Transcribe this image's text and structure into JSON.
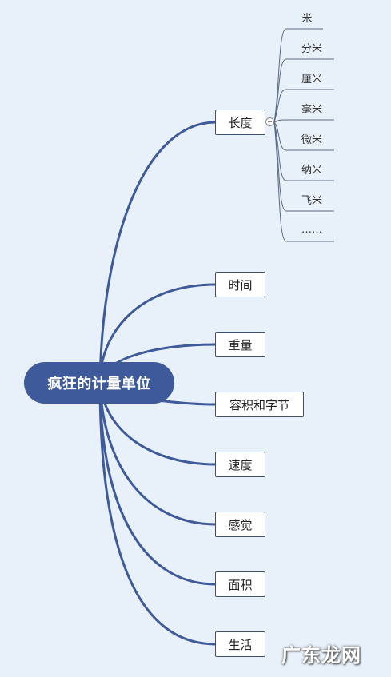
{
  "mindmap": {
    "root": "疯狂的计量单位",
    "branches": [
      {
        "label": "长度",
        "children": [
          "米",
          "分米",
          "厘米",
          "毫米",
          "微米",
          "纳米",
          "飞米",
          "……"
        ]
      },
      {
        "label": "时间"
      },
      {
        "label": "重量"
      },
      {
        "label": "容积和字节"
      },
      {
        "label": "速度"
      },
      {
        "label": "感觉"
      },
      {
        "label": "面积"
      },
      {
        "label": "生活"
      }
    ]
  },
  "colors": {
    "background": "#e8f0f9",
    "root_fill": "#3f5a9a",
    "branch_line": "#3f5a9a",
    "leaf_line": "#5a6a85"
  },
  "watermark": "广东龙网"
}
